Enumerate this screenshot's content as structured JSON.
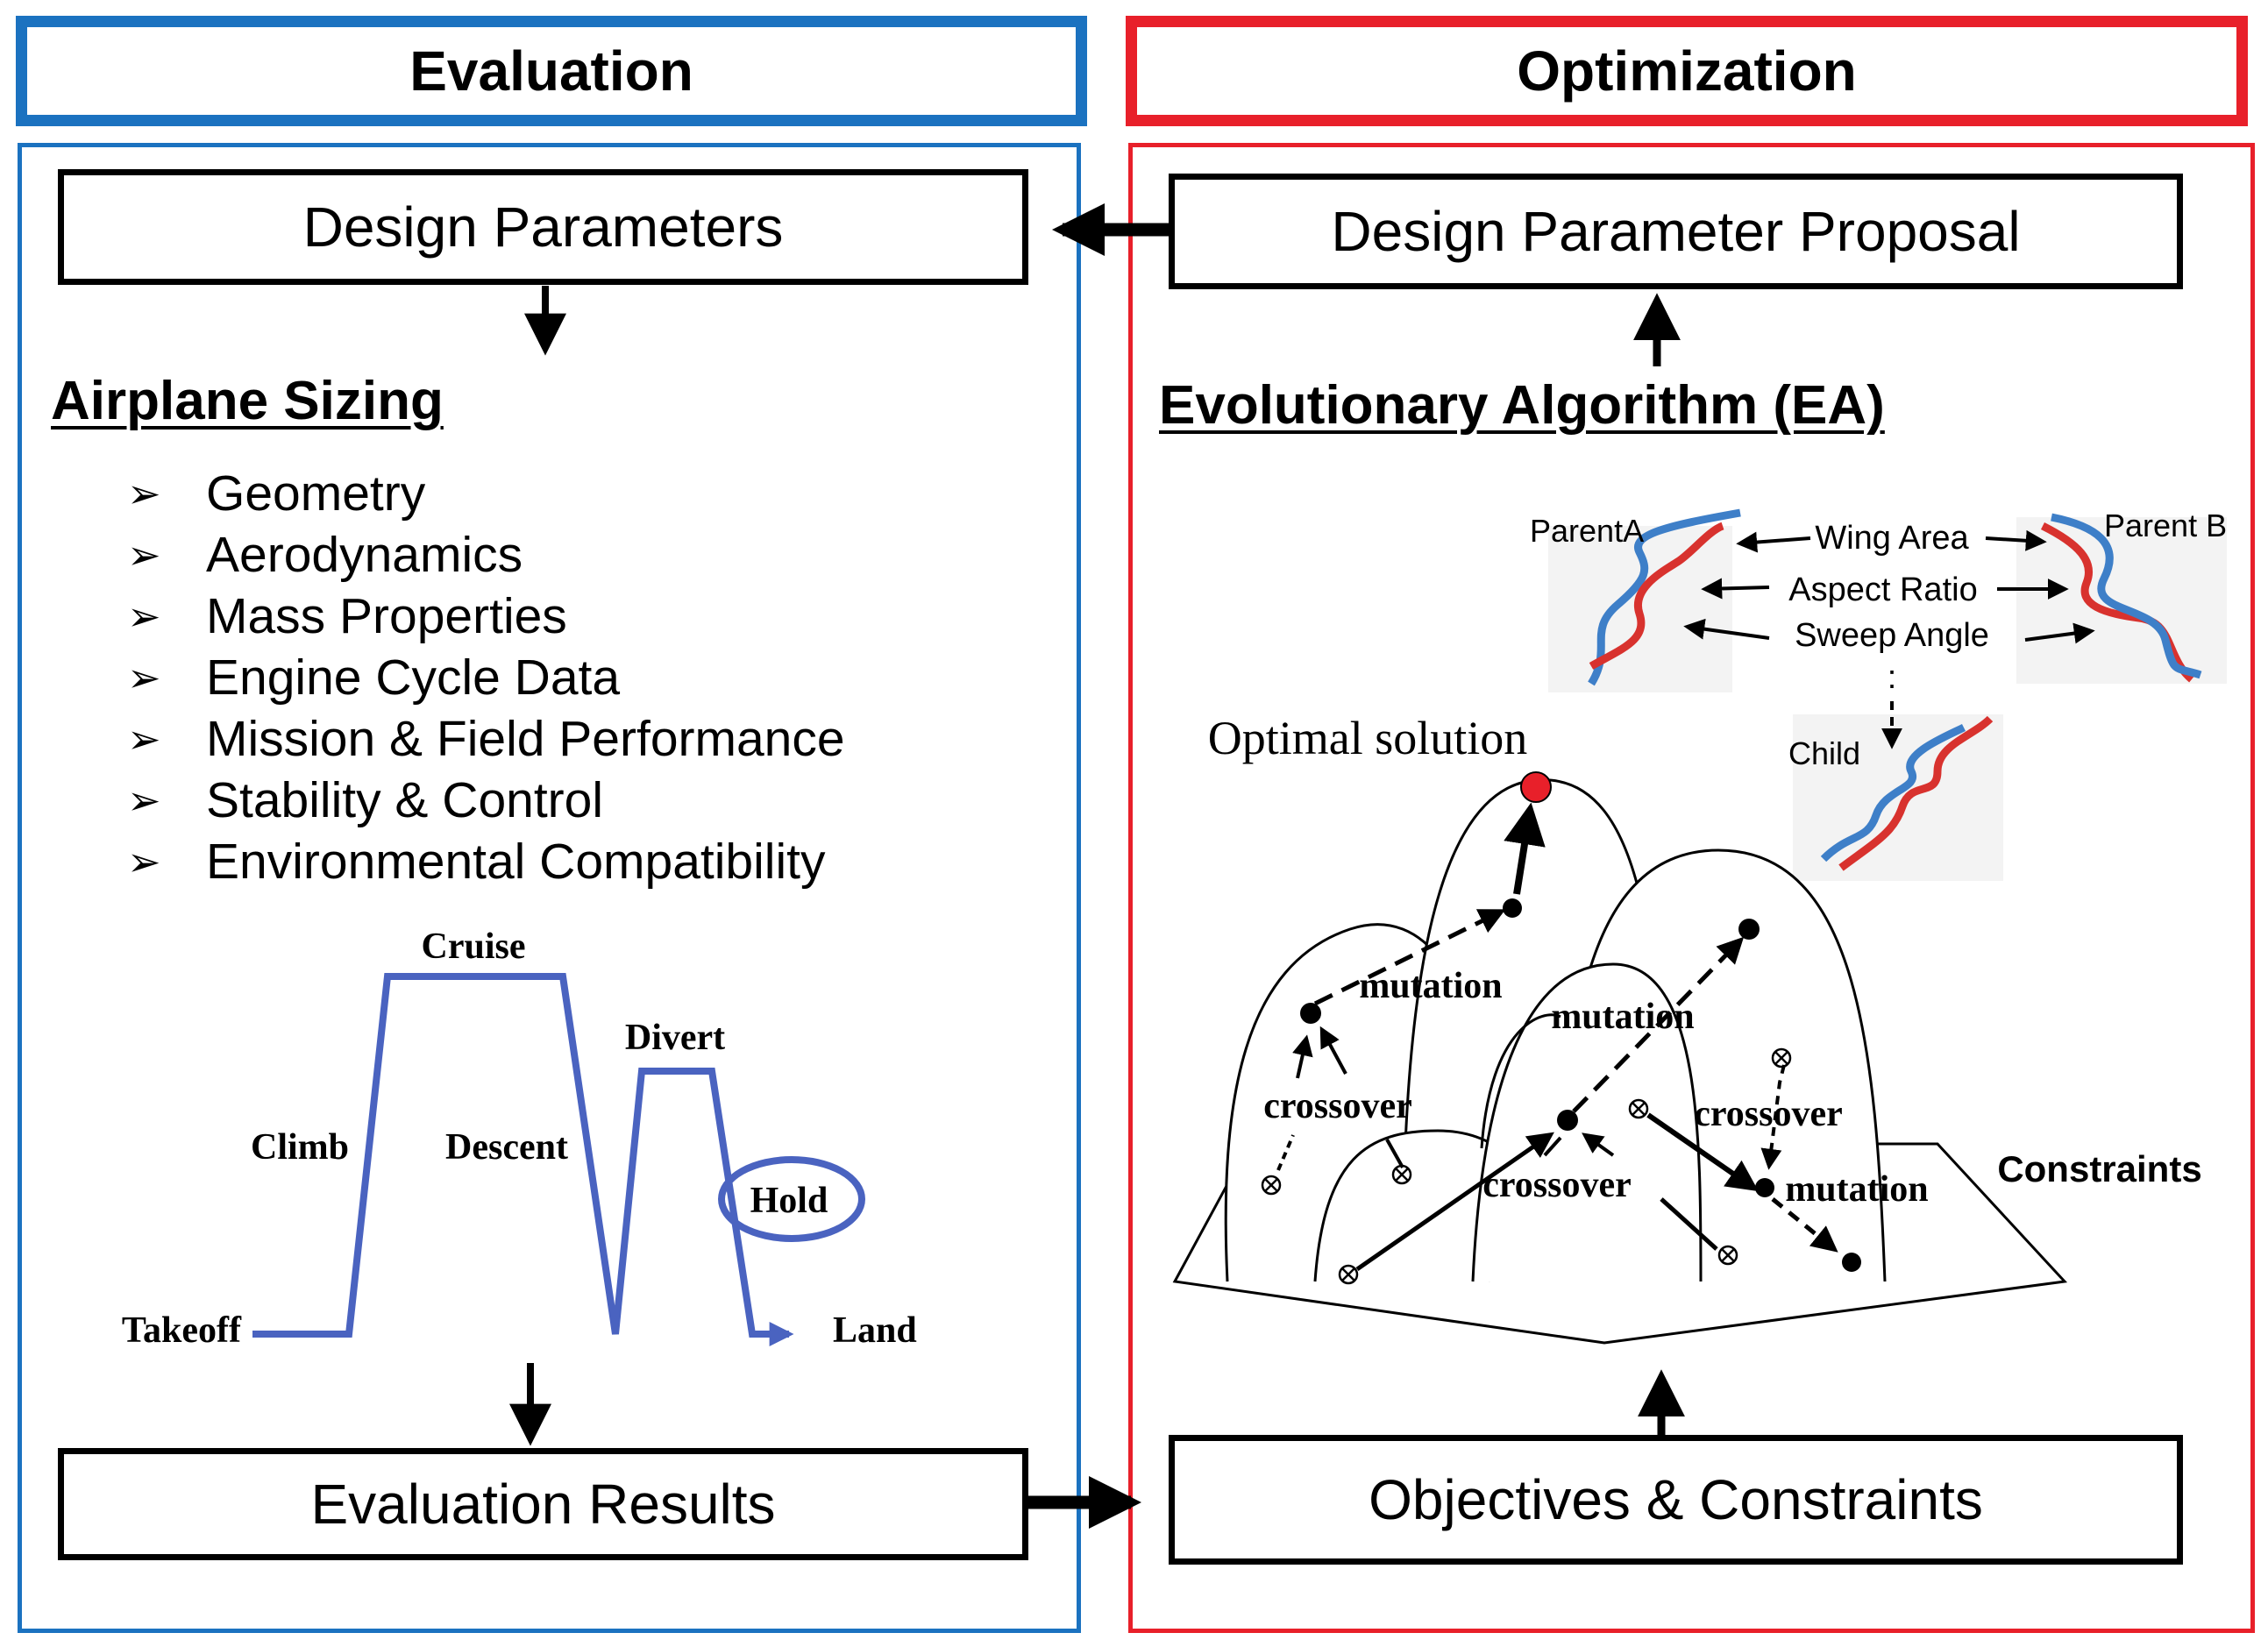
{
  "headers": {
    "evaluation": "Evaluation",
    "optimization": "Optimization"
  },
  "boxes": {
    "design_parameters": "Design Parameters",
    "design_parameter_proposal": "Design Parameter Proposal",
    "evaluation_results": "Evaluation Results",
    "objectives_constraints": "Objectives & Constraints"
  },
  "sections": {
    "airplane_sizing": "Airplane Sizing",
    "evolutionary_algorithm": "Evolutionary Algorithm (EA)"
  },
  "sizing_items": [
    "Geometry",
    "Aerodynamics",
    "Mass Properties",
    "Engine Cycle Data",
    "Mission & Field Performance",
    "Stability & Control",
    "Environmental Compatibility"
  ],
  "bullet_glyph": "➢",
  "mission": {
    "cruise": "Cruise",
    "climb": "Climb",
    "descent": "Descent",
    "divert": "Divert",
    "hold": "Hold",
    "takeoff": "Takeoff",
    "land": "Land"
  },
  "genes": {
    "parent_a": "ParentA",
    "parent_b": "Parent B",
    "wing_area": "Wing Area",
    "aspect_ratio": "Aspect Ratio",
    "sweep_angle": "Sweep Angle",
    "ellipsis": ":",
    "child": "Child"
  },
  "landscape": {
    "optimal_solution": "Optimal solution",
    "mutation_1": "mutation",
    "mutation_2": "mutation",
    "mutation_3": "mutation",
    "crossover_1": "crossover",
    "crossover_2": "crossover",
    "crossover_3": "crossover",
    "constraints": "Constraints"
  },
  "colors": {
    "evaluation_blue": "#1B72C0",
    "optimization_red": "#E8202A",
    "mission_blue": "#4A63C0",
    "optimal_red": "#E8202A",
    "dna_red": "#D8322E",
    "dna_blue": "#3E7FC8"
  }
}
